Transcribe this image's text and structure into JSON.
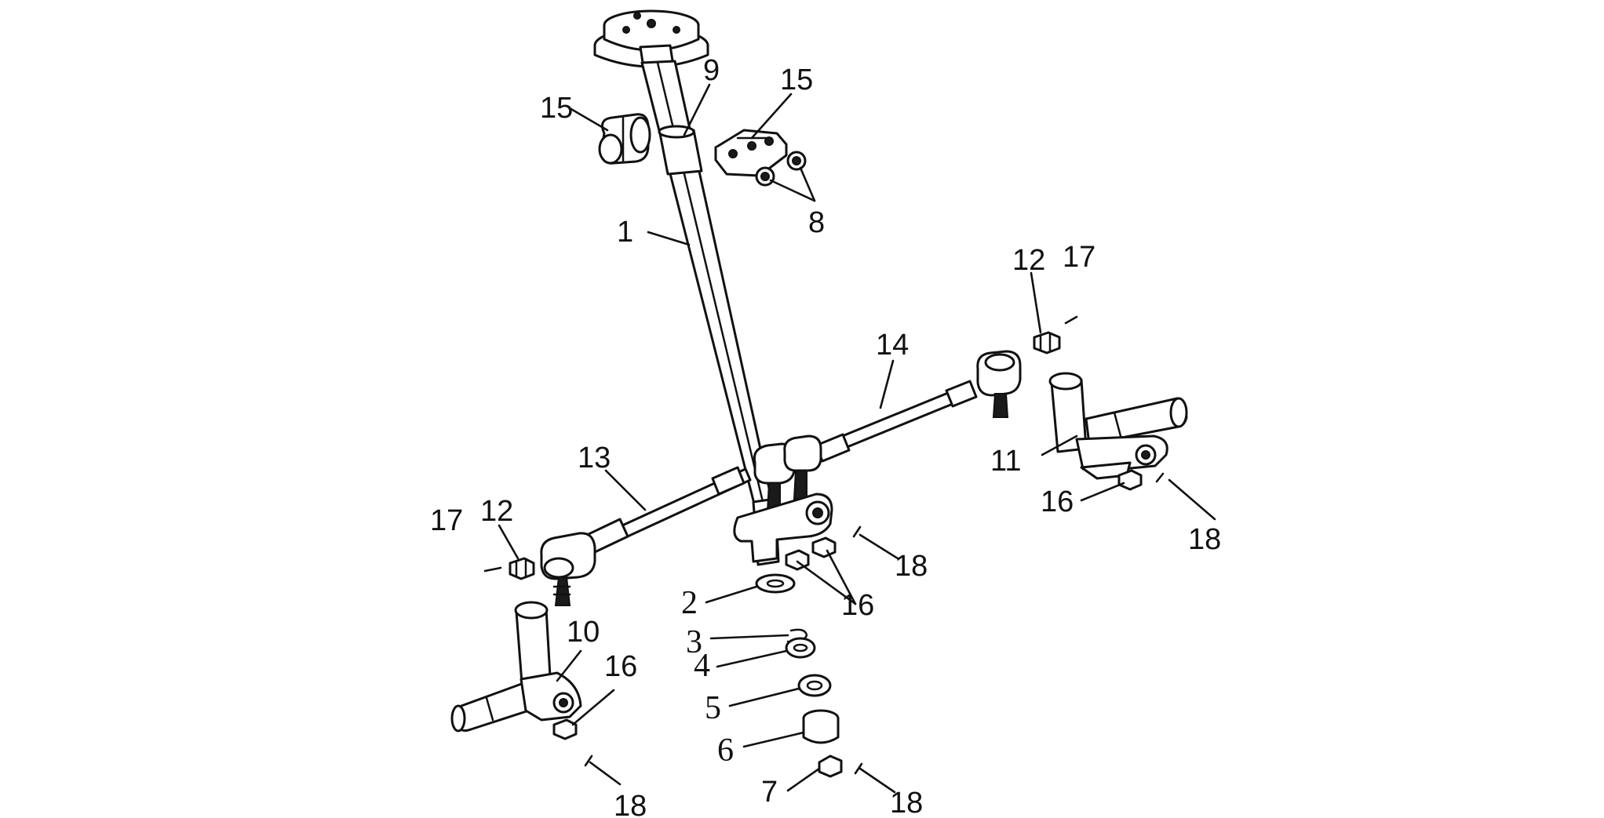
{
  "labels": {
    "l1": "1",
    "l2": "2",
    "l3": "3",
    "l4": "4",
    "l5": "5",
    "l6": "6",
    "l7": "7",
    "l8": "8",
    "l9": "9",
    "l10": "10",
    "l11": "11",
    "l12a": "12",
    "l12b": "12",
    "l13": "13",
    "l14": "14",
    "l15a": "15",
    "l15b": "15",
    "l16a": "16",
    "l16b": "16",
    "l16c": "16",
    "l17a": "17",
    "l17b": "17",
    "l18a": "18",
    "l18b": "18",
    "l18c": "18",
    "l18d": "18"
  },
  "colors": {
    "ink": "#111111",
    "background": "#ffffff"
  }
}
